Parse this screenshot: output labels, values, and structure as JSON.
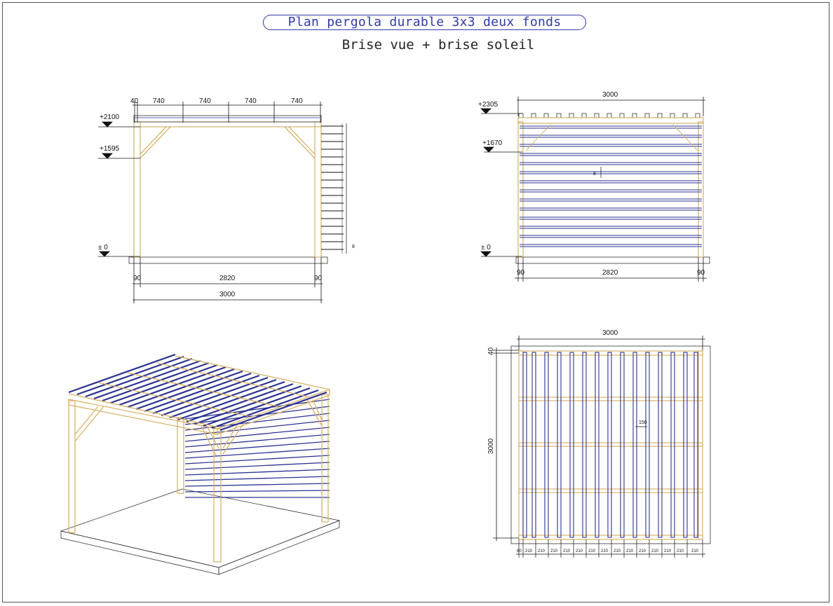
{
  "header": {
    "title": "Plan pergola durable 3x3 deux fonds",
    "subtitle": "Brise vue + brise soleil"
  },
  "front_view": {
    "level_top": "+2100",
    "level_brace": "+1595",
    "level_ground": "± 0",
    "top_dims": [
      "40",
      "740",
      "740",
      "740",
      "740"
    ],
    "post_left": "90",
    "post_right": "90",
    "span": "2820",
    "total": "3000",
    "slat_gap": "8"
  },
  "side_view": {
    "level_top": "+2305",
    "level_mid": "+1670",
    "level_ground": "± 0",
    "total": "3000",
    "post_left": "90",
    "post_right": "90",
    "span": "2820",
    "slat_gap": "8"
  },
  "top_view": {
    "total": "3000",
    "depth": "3000",
    "overhang": "40",
    "rafter_gap": "150",
    "bottom_first": "60",
    "bottom_spacing": "210"
  },
  "colors": {
    "wood": "#d9b36a",
    "slat": "#2b3391",
    "line": "#222222"
  }
}
